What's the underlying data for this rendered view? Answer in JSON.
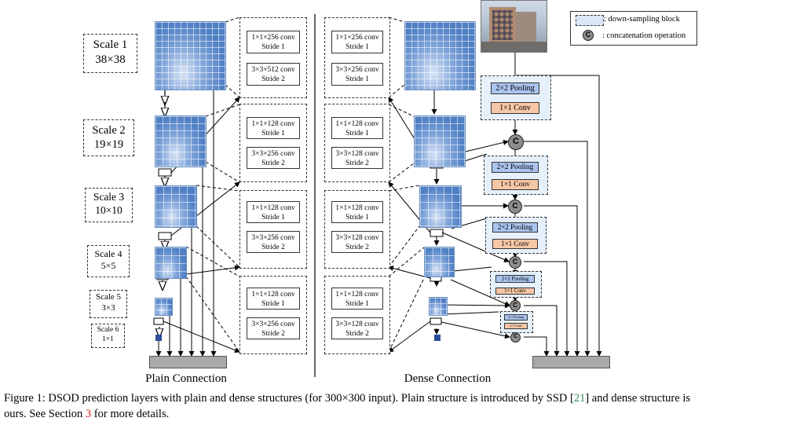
{
  "scales": [
    {
      "name": "Scale 1",
      "size": "38×38"
    },
    {
      "name": "Scale 2",
      "size": "19×19"
    },
    {
      "name": "Scale 3",
      "size": "10×10"
    },
    {
      "name": "Scale 4",
      "size": "5×5"
    },
    {
      "name": "Scale 5",
      "size": "3×3"
    },
    {
      "name": "Scale 6",
      "size": "1×1"
    }
  ],
  "plain_convs": [
    {
      "a": "1×1×256 conv",
      "a_sub": "Stride 1",
      "b": "3×3×512 conv",
      "b_sub": "Stride 2"
    },
    {
      "a": "1×1×128 conv",
      "a_sub": "Stride 1",
      "b": "3×3×256 conv",
      "b_sub": "Stride 2"
    },
    {
      "a": "1×1×128 conv",
      "a_sub": "Stride 1",
      "b": "3×3×256 conv",
      "b_sub": "Stride 2"
    },
    {
      "a": "1×1×128 conv",
      "a_sub": "Stride 1",
      "b": "3×3×256 conv",
      "b_sub": "Stride 2"
    }
  ],
  "dense_convs": [
    {
      "a": "1×1×256 conv",
      "a_sub": "Stride 1",
      "b": "3×3×256 conv",
      "b_sub": "Stride 1"
    },
    {
      "a": "1×1×128 conv",
      "a_sub": "Stride 1",
      "b": "3×3×128 conv",
      "b_sub": "Stride 2"
    },
    {
      "a": "1×1×128 conv",
      "a_sub": "Stride 1",
      "b": "3×3×128 conv",
      "b_sub": "Stride 2"
    },
    {
      "a": "1×1×128 conv",
      "a_sub": "Stride 1",
      "b": "3×3×128 conv",
      "b_sub": "Stride 2"
    }
  ],
  "ds_block": {
    "pool": "2×2 Pooling",
    "conv": "1×1 Conv"
  },
  "concat_symbol": "C",
  "legend": {
    "ds": ": down-sampling block",
    "concat": ": concatenation operation"
  },
  "labels": {
    "plain": "Plain Connection",
    "dense": "Dense Connection"
  },
  "caption": {
    "p1": "Figure 1: DSOD prediction layers with plain and dense structures (for 300×300 input). Plain structure is introduced by SSD [",
    "ref1": "21",
    "p2": "] and dense structure is",
    "p3": "ours. See Section ",
    "ref2": "3",
    "p4": " for more details."
  }
}
